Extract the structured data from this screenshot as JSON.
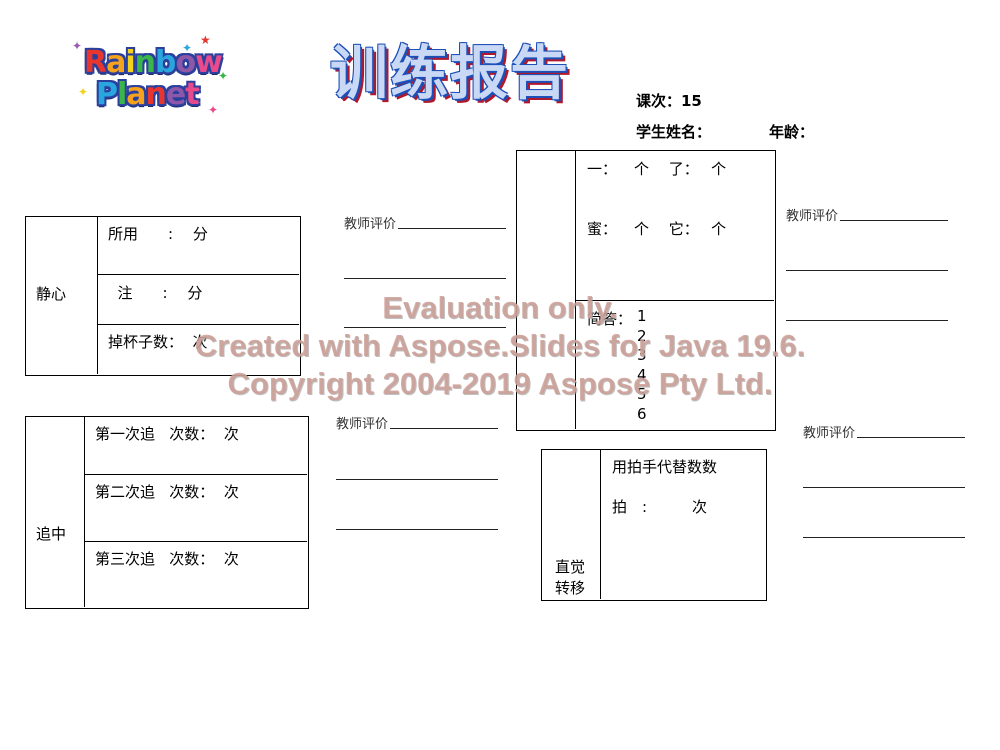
{
  "logo": {
    "line1": [
      "R",
      "a",
      "i",
      "n",
      "b",
      "o",
      "w"
    ],
    "line2": [
      "P",
      "l",
      "a",
      "n",
      "e",
      "t"
    ]
  },
  "title": "训练报告",
  "info": {
    "lesson_label": "课次：15",
    "student_name_label": "学生姓名：",
    "age_label": "年龄："
  },
  "calm": {
    "header": "静心",
    "rows": [
      "所用　　:　 分",
      "  注　　:　 分",
      "掉杯子数：  次"
    ]
  },
  "chase": {
    "header": "追中",
    "rows": [
      "第一次追   次数：  次",
      "第二次追   次数：  次",
      "第三次追   次数：  次"
    ]
  },
  "center_table": {
    "top_line1": "一：　  个　 了：　 个",
    "top_line2": "蜜：　  个　 它：　 个",
    "answer_label": "简答：",
    "answers": [
      "1",
      "2",
      "3",
      "4",
      "5",
      "6"
    ]
  },
  "intuition": {
    "header_line1": "直觉",
    "header_line2": "转移",
    "row1": "用拍手代替数数",
    "row2": "拍　:　　　次"
  },
  "evaluation_label": "教师评价",
  "watermark": {
    "line1": "Evaluation only.",
    "line2": "Created with Aspose.Slides for Java 19.6.",
    "line3": "Copyright 2004-2019 Aspose Pty Ltd."
  },
  "colors": {
    "title_fill": "#c9d9f5",
    "title_outline": "#1d4fb8",
    "title_shadow": "#b0182b",
    "watermark": "#cda096"
  }
}
